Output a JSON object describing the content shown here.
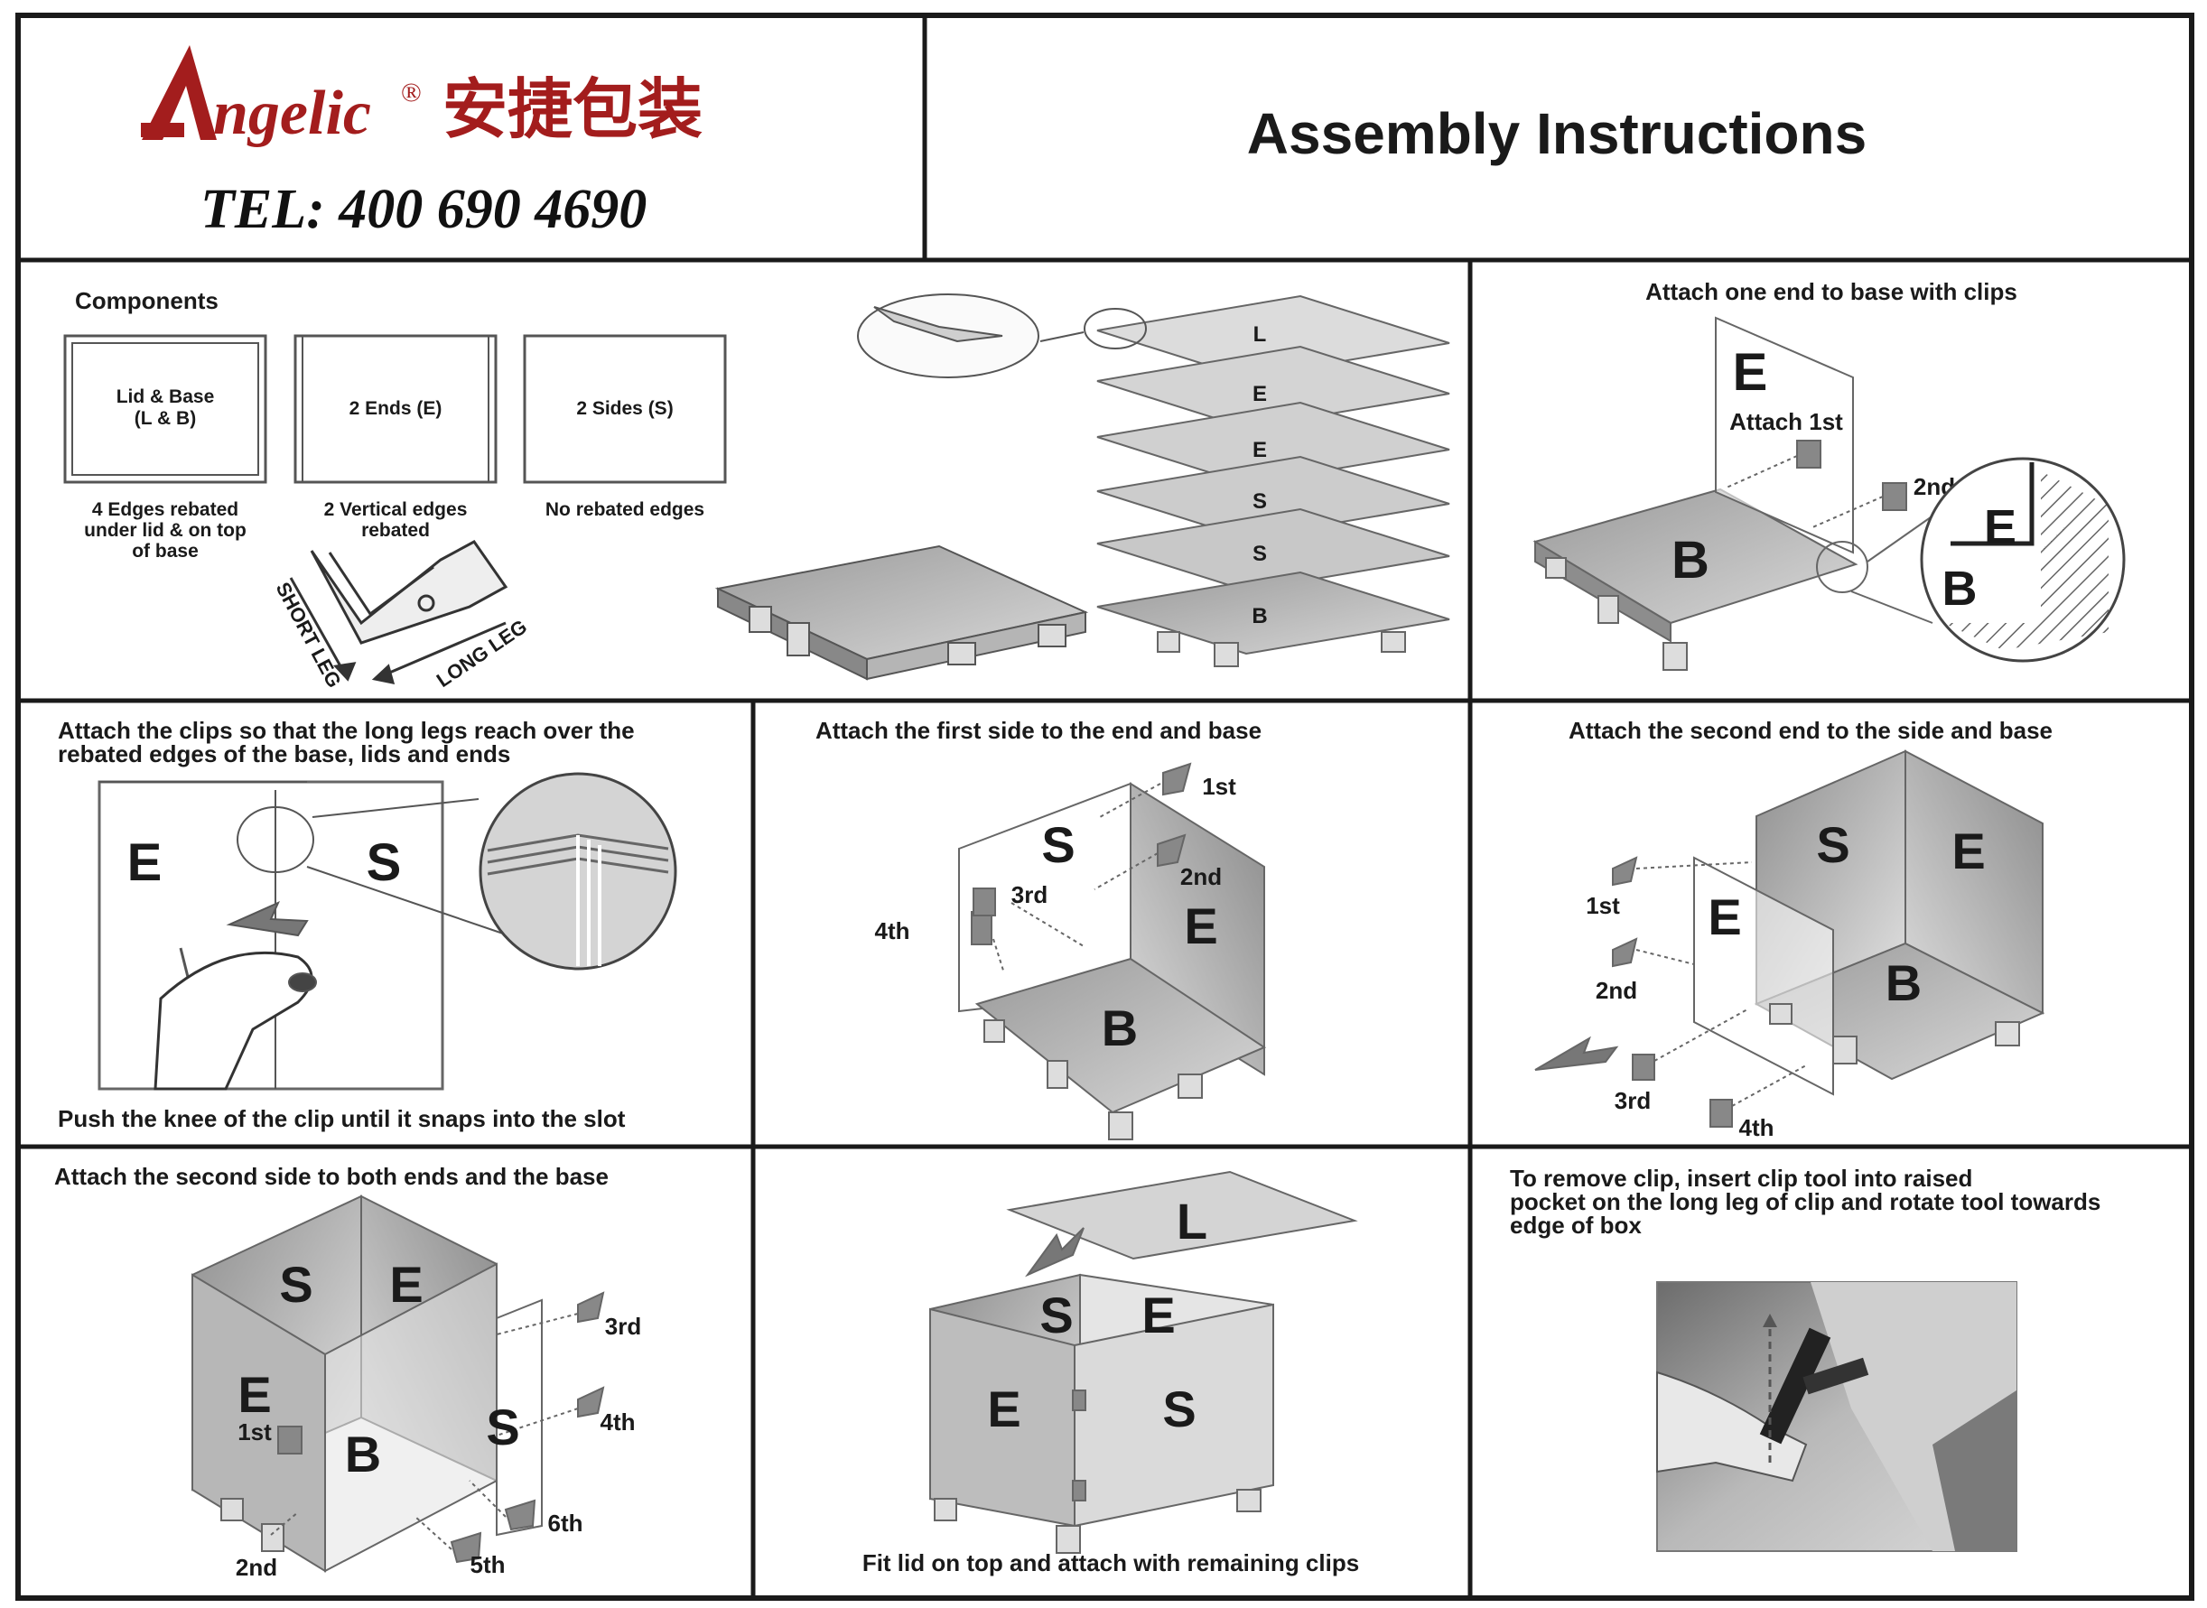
{
  "header": {
    "brand_name": "ngelic",
    "brand_mark": "®",
    "brand_cn": "安捷包装",
    "tel": "TEL: 400 690 4690",
    "title": "Assembly Instructions",
    "brand_color": "#a31d1d"
  },
  "components": {
    "heading": "Components",
    "items": [
      {
        "label": "Lid & Base",
        "label2": "(L & B)",
        "desc": [
          "4 Edges rebated",
          "under lid & on top",
          "of base"
        ]
      },
      {
        "label": "2 Ends (E)",
        "label2": "",
        "desc": [
          "2 Vertical edges",
          "rebated"
        ]
      },
      {
        "label": "2 Sides (S)",
        "label2": "",
        "desc": [
          "No rebated edges"
        ]
      }
    ],
    "clip_short_leg": "SHORT LEG",
    "clip_long_leg": "LONG LEG",
    "stack_labels": [
      "L",
      "E",
      "E",
      "S",
      "S",
      "B"
    ]
  },
  "step1": {
    "title": "Attach one end to base with clips",
    "end": "E",
    "attach_first": "Attach 1st",
    "second": "2nd",
    "base": "B",
    "zoom_end": "E",
    "zoom_base": "B"
  },
  "step2": {
    "title_line1": "Attach the clips so that the long legs reach over the",
    "title_line2": "rebated edges of the base, lids and ends",
    "end": "E",
    "side": "S",
    "caption": "Push the knee of the clip until it snaps into the slot"
  },
  "step3": {
    "title": "Attach the first side to the end and base",
    "side": "S",
    "end": "E",
    "base": "B",
    "c1": "1st",
    "c2": "2nd",
    "c3": "3rd",
    "c4": "4th"
  },
  "step4": {
    "title": "Attach the second end to the side and base",
    "side": "S",
    "end_back": "E",
    "end_front": "E",
    "base": "B",
    "c1": "1st",
    "c2": "2nd",
    "c3": "3rd",
    "c4": "4th"
  },
  "step5": {
    "title": "Attach the second side to both ends and the base",
    "side_back": "S",
    "end_back": "E",
    "end_front": "E",
    "base": "B",
    "side_front": "S",
    "c1": "1st",
    "c2": "2nd",
    "c3": "3rd",
    "c4": "4th",
    "c5": "5th",
    "c6": "6th"
  },
  "step6": {
    "lid": "L",
    "side_back": "S",
    "end_back": "E",
    "end_front": "E",
    "side_front": "S",
    "caption": "Fit lid on top and attach with remaining clips"
  },
  "step7": {
    "title_line1": "To remove clip, insert clip tool into raised",
    "title_line2": "pocket on the long leg of clip and rotate tool towards",
    "title_line3": "edge of  box"
  }
}
